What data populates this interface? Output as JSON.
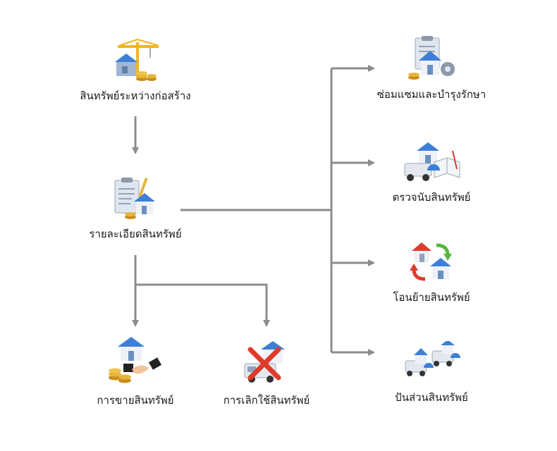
{
  "nodes": {
    "construction": {
      "label": "สินทรัพย์ระหว่างก่อสร้าง",
      "icon": "crane-house-coins-icon"
    },
    "details": {
      "label": "รายละเอียดสินทรัพย์",
      "icon": "clipboard-house-icon"
    },
    "sell": {
      "label": "การขายสินทรัพย์",
      "icon": "house-handshake-icon"
    },
    "dispose": {
      "label": "การเลิกใช้สินทรัพย์",
      "icon": "house-van-cross-icon"
    },
    "maintenance": {
      "label": "ซ่อมแซมและบำรุงรักษา",
      "icon": "clipboard-house-gear-icon"
    },
    "count": {
      "label": "ตรวจนับสินทรัพย์",
      "icon": "house-book-icon"
    },
    "transfer": {
      "label": "โอนย้ายสินทรัพย์",
      "icon": "houses-swap-icon"
    },
    "share": {
      "label": "ปันส่วนสินทรัพย์",
      "icon": "two-houses-vans-icon"
    }
  },
  "colors": {
    "arrow": "#8c8c8c",
    "roof": "#3d7fd6",
    "house_wall": "#e9eef5",
    "coin": "#e7b53a",
    "crane": "#f2b51e",
    "red": "#e03b2a",
    "green": "#57b83b"
  }
}
